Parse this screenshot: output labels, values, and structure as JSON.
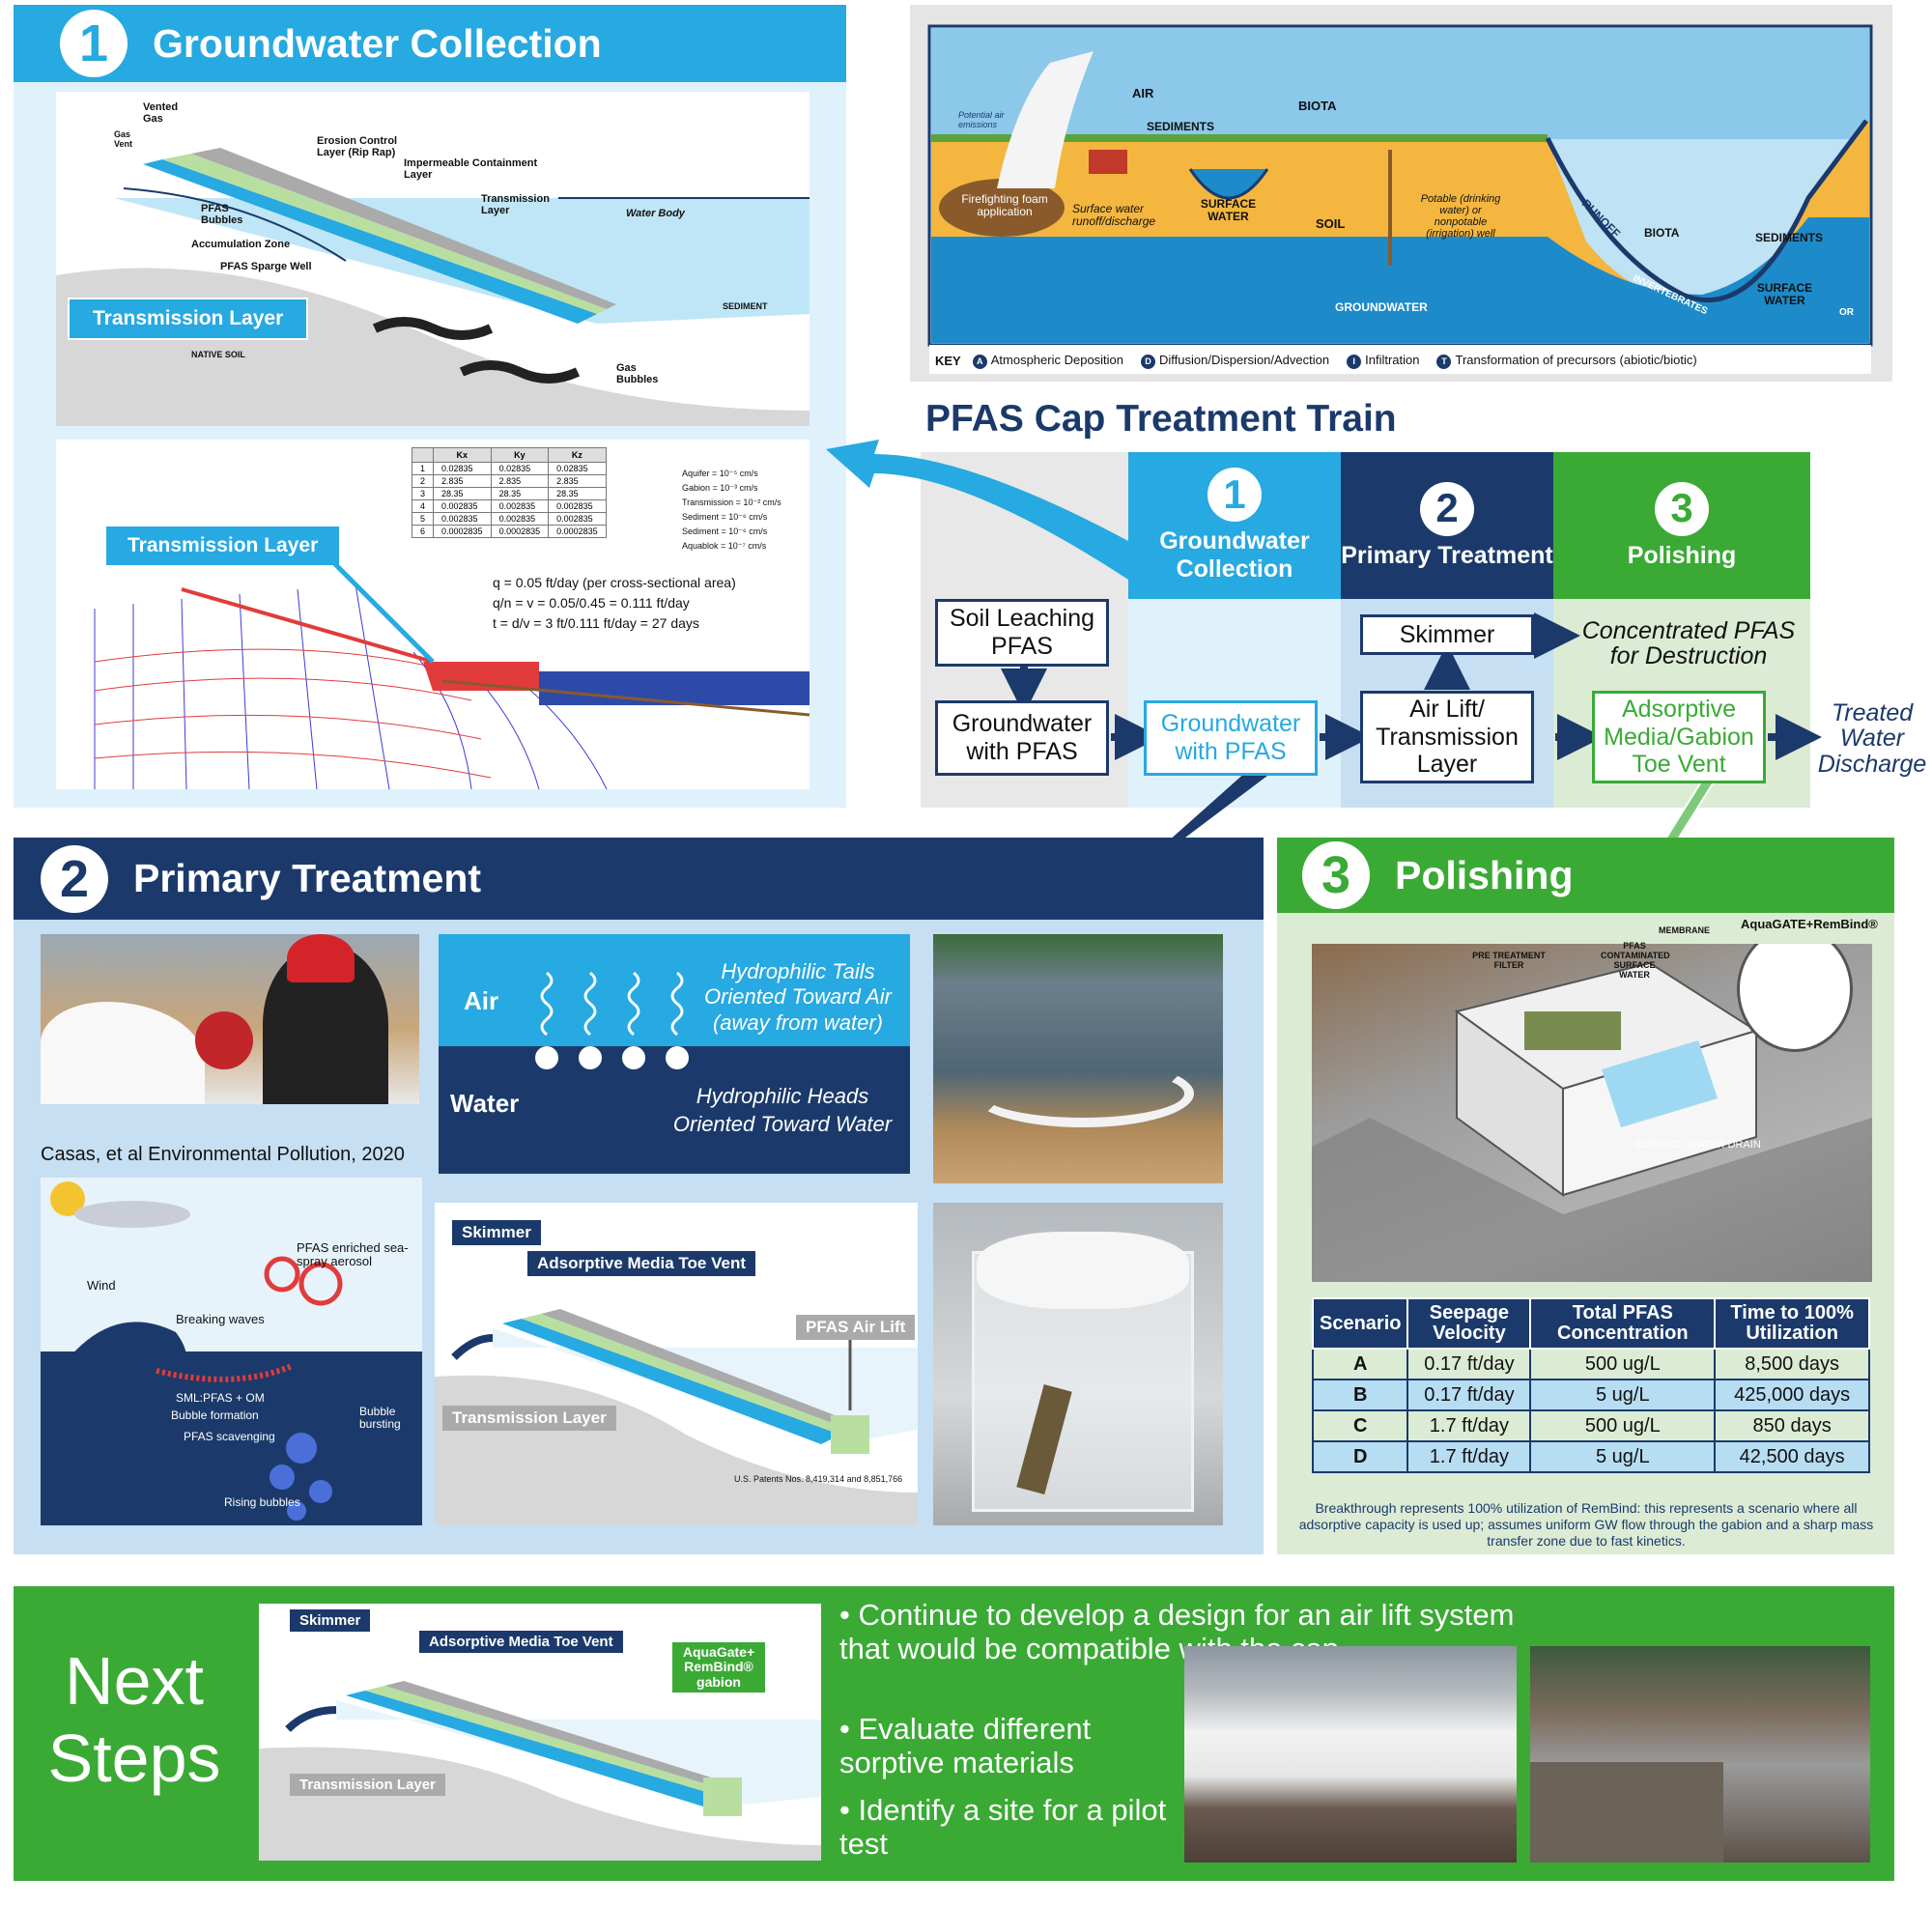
{
  "panel1": {
    "number": "1",
    "title": "Groundwater Collection",
    "labels": {
      "vented_gas": "Vented Gas",
      "gas_vent": "Gas Vent",
      "erosion": "Erosion Control Layer (Rip Rap)",
      "impermeable": "Impermeable Containment Layer",
      "transmission": "Transmission Layer",
      "water_body": "Water Body",
      "pfas_bubbles": "PFAS Bubbles",
      "accumulation": "Accumulation Zone",
      "sparge": "PFAS Sparge Well",
      "sediment": "SEDIMENT",
      "native_soil": "NATIVE SOIL",
      "gas_bubbles": "Gas Bubbles"
    },
    "tag": "Transmission Layer",
    "model": {
      "tag": "Transmission Layer",
      "table": {
        "headers": [
          "",
          "Kx",
          "Ky",
          "Kz"
        ],
        "rows": [
          [
            "1",
            "0.02835",
            "0.02835",
            "0.02835"
          ],
          [
            "2",
            "2.835",
            "2.835",
            "2.835"
          ],
          [
            "3",
            "28.35",
            "28.35",
            "28.35"
          ],
          [
            "4",
            "0.002835",
            "0.002835",
            "0.002835"
          ],
          [
            "5",
            "0.002835",
            "0.002835",
            "0.002835"
          ],
          [
            "6",
            "0.0002835",
            "0.0002835",
            "0.0002835"
          ]
        ],
        "notes": [
          "Aquifer = 10⁻⁵ cm/s",
          "Gabion = 10⁻³ cm/s",
          "Transmission = 10⁻² cm/s",
          "Sediment = 10⁻⁶ cm/s",
          "Sediment = 10⁻⁶ cm/s",
          "Aquablok = 10⁻⁷ cm/s"
        ]
      },
      "equations": [
        "q = 0.05 ft/day (per cross-sectional area)",
        "q/n = v = 0.05/0.45 = 0.111 ft/day",
        "t = d/v = 3 ft/0.111 ft/day = 27 days"
      ]
    }
  },
  "landscape": {
    "labels": {
      "air": "AIR",
      "biota": "BIOTA",
      "sediments": "SEDIMENTS",
      "potential": "Potential air emissions",
      "foam": "Firefighting foam application",
      "surface_runoff": "Surface water runoff/discharge",
      "surface_water": "SURFACE WATER",
      "soil": "SOIL",
      "potable": "Potable (drinking water) or nonpotable (irrigation) well",
      "runoff": "RUNOFF",
      "biota2": "BIOTA",
      "sediments2": "SEDIMENTS",
      "surface_water2": "SURFACE WATER",
      "invertebrates": "INVERTEBRATES",
      "groundwater": "GROUNDWATER",
      "or": "OR"
    },
    "key": {
      "title": "KEY",
      "items": [
        {
          "letter": "A",
          "text": "Atmospheric Deposition"
        },
        {
          "letter": "D",
          "text": "Diffusion/Dispersion/Advection"
        },
        {
          "letter": "I",
          "text": "Infiltration"
        },
        {
          "letter": "T",
          "text": "Transformation of precursors (abiotic/biotic)"
        }
      ]
    }
  },
  "train": {
    "title": "PFAS Cap Treatment Train",
    "stages": [
      {
        "number": "1",
        "label": "Groundwater Collection"
      },
      {
        "number": "2",
        "label": "Primary Treatment"
      },
      {
        "number": "3",
        "label": "Polishing"
      }
    ],
    "soil_leaching": "Soil Leaching PFAS",
    "gw_pfas": "Groundwater with PFAS",
    "gw_pfas_cyan": "Groundwater with PFAS",
    "skimmer": "Skimmer",
    "airlift": "Air Lift/ Transmission Layer",
    "adsorptive": "Adsorptive Media/Gabion Toe Vent",
    "concentrated": "Concentrated PFAS for Destruction",
    "treated": "Treated Water Discharge"
  },
  "panel2": {
    "number": "2",
    "title": "Primary Treatment",
    "citation": "Casas, et al Environmental Pollution, 2020",
    "air": "Air",
    "water": "Water",
    "tails": "Hydrophilic Tails Oriented Toward Air (away from water)",
    "heads": "Hydrophilic Heads Oriented Toward Water",
    "aerosol": {
      "sea_spray": "PFAS enriched sea-spray aerosol",
      "wind": "Wind",
      "breaking": "Breaking waves",
      "sml": "SML:PFAS + OM",
      "formation": "Bubble formation",
      "bursting": "Bubble bursting",
      "scavenging": "PFAS scavenging",
      "rising": "Rising bubbles"
    },
    "diagram": {
      "skimmer": "Skimmer",
      "adsorptive": "Adsorptive Media Toe Vent",
      "airlift": "PFAS Air Lift",
      "transmission": "Transmission Layer",
      "patents": "U.S. Patents Nos. 8,419,314 and 8,851,766"
    }
  },
  "panel3": {
    "number": "3",
    "title": "Polishing",
    "labels": {
      "aquagate": "AquaGATE+RemBind®",
      "membrane": "MEMBRANE",
      "pfas_water": "PFAS CONTAMINATED SURFACE WATER",
      "pretreat": "PRE TREATMENT FILTER",
      "drain": "SURFACE WATER DRAIN"
    },
    "table": {
      "headers": [
        "Scenario",
        "Seepage Velocity",
        "Total PFAS Concentration",
        "Time to 100% Utilization"
      ],
      "rows": [
        [
          "A",
          "0.17 ft/day",
          "500 ug/L",
          "8,500 days"
        ],
        [
          "B",
          "0.17 ft/day",
          "5 ug/L",
          "425,000 days"
        ],
        [
          "C",
          "1.7 ft/day",
          "500 ug/L",
          "850 days"
        ],
        [
          "D",
          "1.7 ft/day",
          "5 ug/L",
          "42,500 days"
        ]
      ]
    },
    "note": "Breakthrough represents 100% utilization of RemBind: this represents a scenario where all adsorptive capacity is used up; assumes uniform GW flow through the gabion and a sharp mass transfer zone due to fast kinetics."
  },
  "next": {
    "title": "Next Steps",
    "diagram": {
      "skimmer": "Skimmer",
      "adsorptive": "Adsorptive Media Toe Vent",
      "aquagate": "AquaGate+ RemBind® gabion",
      "transmission": "Transmission Layer"
    },
    "bullets": [
      "Continue to develop a design for an air lift  system that would be compatible with the cap",
      "Evaluate different sorptive materials",
      "Identify a site for a pilot test"
    ]
  }
}
